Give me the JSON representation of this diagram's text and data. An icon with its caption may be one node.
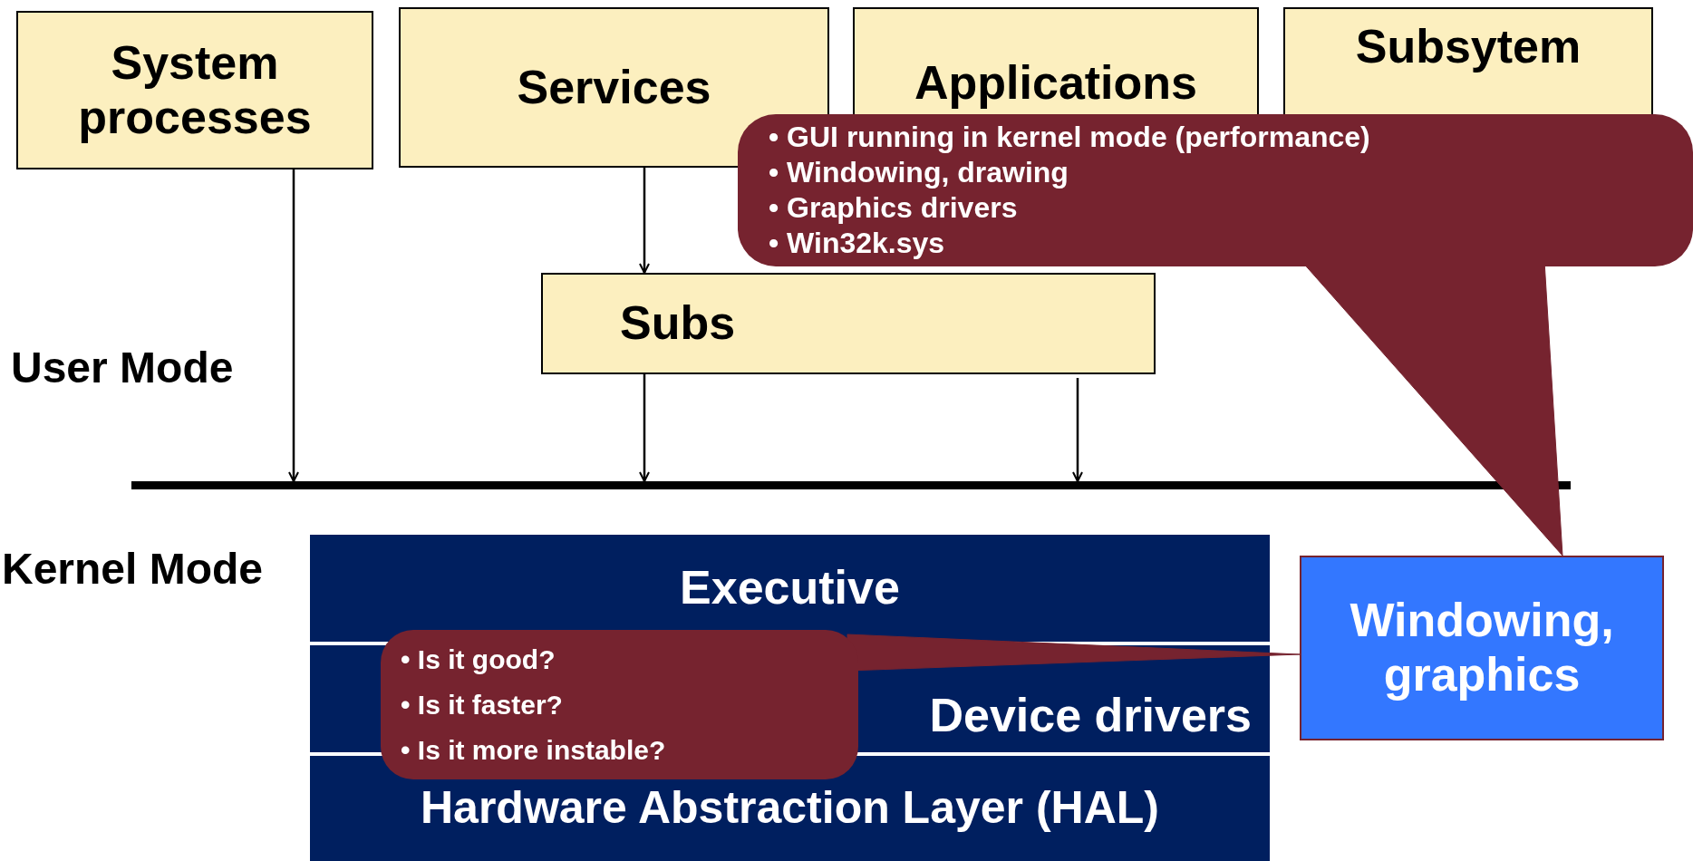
{
  "diagram": {
    "nodes": [
      {
        "text": [
          "System processes"
        ]
      },
      {
        "text": [
          "Services"
        ]
      },
      {
        "text": [
          "Applications"
        ]
      },
      {
        "text": [
          "Subsytem"
        ]
      },
      {
        "text": [
          "Subs"
        ]
      },
      {
        "text": [],
        "shape": "bar"
      },
      {
        "text": [
          "Executive"
        ]
      },
      {
        "text": [
          "Device drivers"
        ]
      },
      {
        "text": [
          "Hardware Abstraction Layer (HAL)"
        ]
      },
      {
        "text": [
          "Windowing, graphics"
        ]
      },
      {
        "text": [
          "• GUI running in kernel mode (performance)",
          "• Windowing, drawing",
          "• Graphics drivers",
          "• Win32k.sys"
        ]
      },
      {
        "text": [
          "• Is it good?",
          "• Is it faster?",
          "• Is it more instable?"
        ]
      }
    ],
    "edges": [
      {
        "from": 0,
        "to": 5,
        "arrow": "to"
      },
      {
        "from": 1,
        "to": 4,
        "arrow": "to"
      },
      {
        "from": 4,
        "to": 5,
        "arrow": "to"
      },
      {
        "from": 4,
        "to": 5,
        "arrow": "to"
      },
      {
        "from": 10,
        "to": 9,
        "arrow": "to",
        "color": "#76232f"
      },
      {
        "from": 11,
        "to": 9,
        "arrow": "to",
        "color": "#76232f"
      }
    ],
    "labels": [
      "User Mode",
      "Kernel Mode"
    ]
  }
}
